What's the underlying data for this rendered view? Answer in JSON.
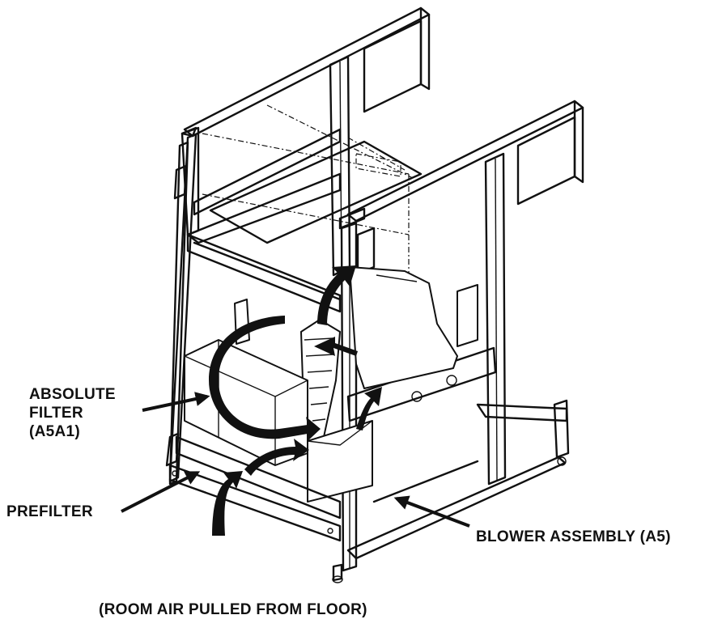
{
  "labels": {
    "absolute_filter": [
      "ABSOLUTE",
      "FILTER",
      "(A5A1)"
    ],
    "prefilter": "PREFILTER",
    "blower_assembly": "BLOWER ASSEMBLY (A5)",
    "room_air": "(ROOM AIR PULLED FROM FLOOR)"
  }
}
